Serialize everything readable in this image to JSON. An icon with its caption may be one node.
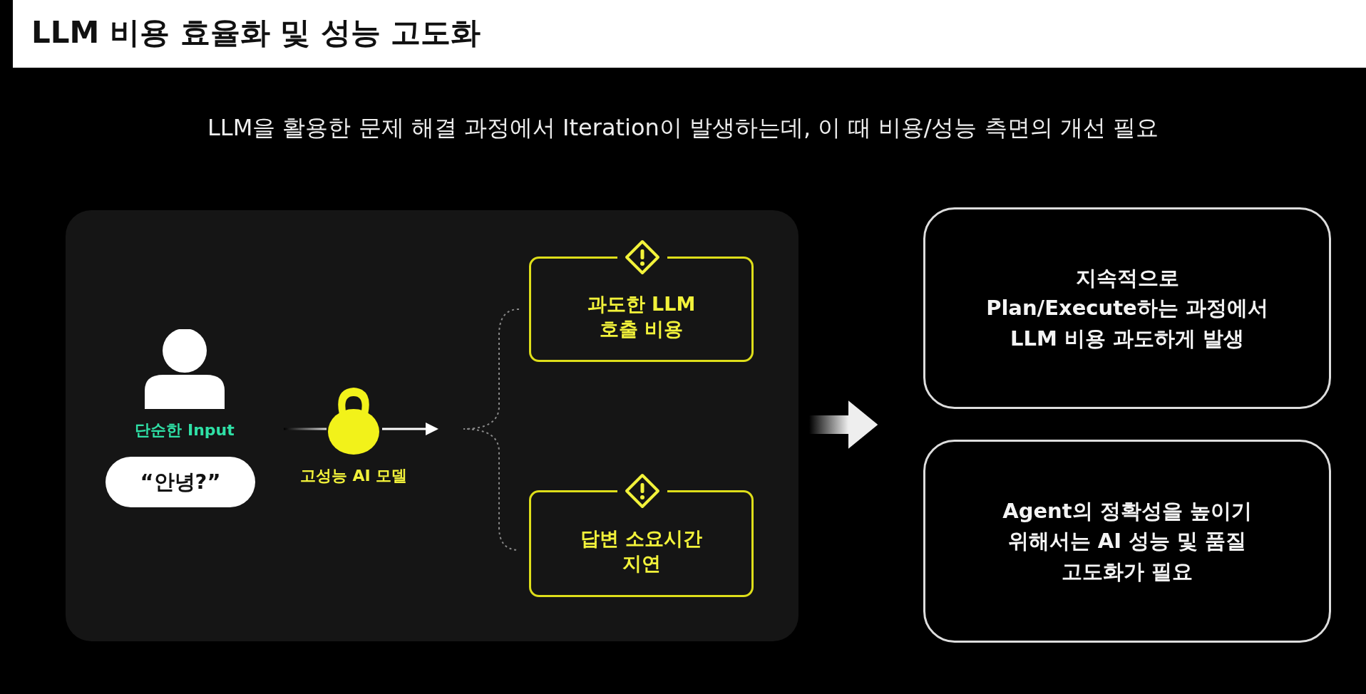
{
  "diagram": {
    "title": "LLM 비용 효율화 및 성능 고도화",
    "nodes": [
      {
        "text": [],
        "shape": "box"
      },
      {
        "text": [],
        "shape": "person",
        "in": 0,
        "beside": [
          "단순한 Input"
        ]
      },
      {
        "text": [
          "“안녕?”"
        ],
        "in": 0
      },
      {
        "text": [],
        "shape": "kettlebell",
        "in": 0,
        "beside": [
          "고성능 AI 모델"
        ]
      },
      {
        "text": [
          "과도한 LLM 호출 비용"
        ],
        "in": 0
      },
      {
        "text": [
          "답변 소요시간 지연"
        ],
        "in": 0
      },
      {
        "text": [
          "지속적으로 Plan/Execute하는 과정에서 LLM 비용 과도하게 발생"
        ]
      },
      {
        "text": [
          "Agent의 정확성을 높이기 위해서는 AI 성능 및 품질 고도화가 필요"
        ]
      }
    ],
    "edges": [
      {
        "from": 3,
        "to": null,
        "arrow": "to"
      },
      {
        "from": 0,
        "to": 6,
        "arrow": "to",
        "style": "thick"
      },
      {
        "from": 0,
        "to": 7,
        "arrow": "to",
        "style": "thick"
      }
    ],
    "labels": [
      "LLM을 활용한 문제 해결 과정에서 Iteration이 발생하는데, 이 때 비용/성능 측면의 개선 필요"
    ]
  }
}
